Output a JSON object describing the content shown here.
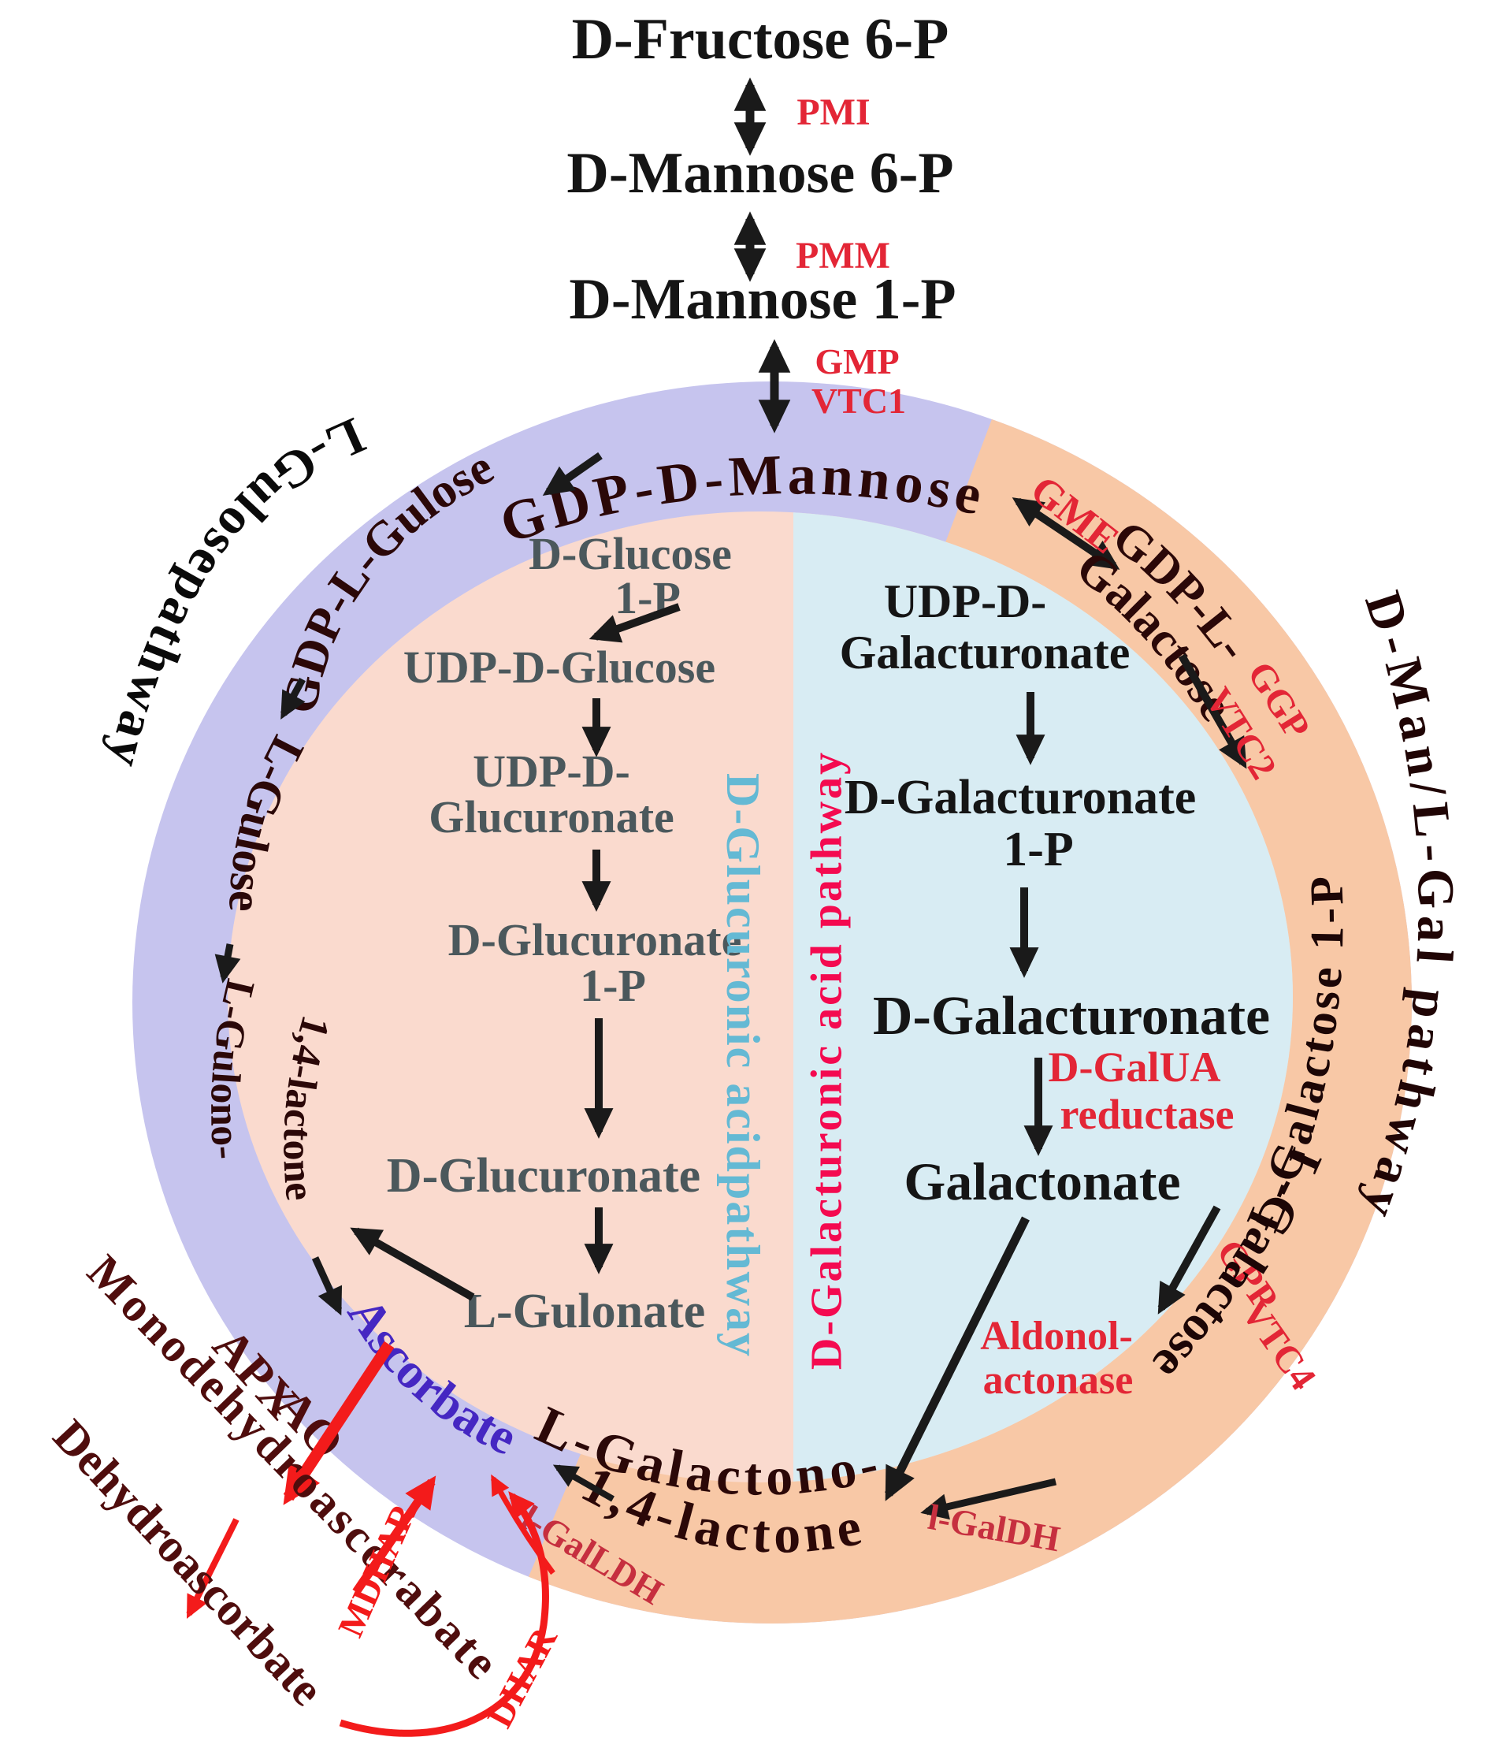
{
  "title": "Ascorbate biosynthesis pathway diagram",
  "colors": {
    "ring_left_lavender": "#c6c4ee",
    "ring_right_orange": "#f8c8a6",
    "inner_left_pink": "#fadace",
    "inner_right_blue": "#d8ecf3",
    "enzyme_red": "#e32636",
    "enzyme_dark_red": "#c62f3f",
    "pathway_label_red": "#f40a50",
    "pathway_label_blue": "#64b9d4",
    "ring_text_maroon": "#2b0808",
    "ascorbate_purple": "#4527c2",
    "recycling_dark_red": "#4f0d0d",
    "arrow_red": "#f31b1b",
    "arrow_black": "#1a1a1a",
    "metabolite_gray": "#4b585c",
    "metabolite_black": "#151515"
  },
  "top_chain": {
    "d_fructose_6p": "D-Fructose 6-P",
    "pmi": "PMI",
    "d_mannose_6p": "D-Mannose 6-P",
    "pmm": "PMM",
    "d_mannose_1p": "D-Mannose 1-P",
    "gmp": "GMP",
    "vtc1": "VTC1"
  },
  "ring": {
    "gdp_d_mannose": "GDP-D-Mannose",
    "gme": "GME",
    "gdp_l_galactose_1": "GDP-L-",
    "gdp_l_galactose_2": "Galactose",
    "ggp": "GGP",
    "vtc2": "VTC2",
    "l_galactose_1p": "L-Galactose 1-P",
    "gpp": "GPP",
    "vtc4": "VTC4",
    "l_galactose": "L-Galactose",
    "l_galdh": "l-GalDH",
    "l_galactono_1": "L-Galactono-",
    "l_galactono_2": "1,4-lactone",
    "l_galldh": "l-GalLDH",
    "gdp_l_gulose": "GDP-L-Gulose",
    "l_gulose": "L-Gulose",
    "l_gulono_1": "L-Gulono-",
    "l_gulono_2": "1,4-lactone",
    "ascorbate": "Ascorbate",
    "outer_left_label": "L-Gulosepathway",
    "outer_right_label": "D-Man/L-Gal pathway"
  },
  "glucuronic": {
    "label": "D-Glucuronic acidpathway",
    "d_glucose": "D-Glucose",
    "d_glucose_1p": "1-P",
    "udp_d_glucose": "UDP-D-Glucose",
    "udp_d": "UDP-D-",
    "glucuronate": "Glucuronate",
    "d_glucuronate": "D-Glucuronate",
    "d_glucuronate_1p": "1-P",
    "d_glucuronate2": "D-Glucuronate",
    "l_gulonate": "L-Gulonate"
  },
  "galacturonic": {
    "label": "D-Galacturonic acid pathway",
    "udp_d": "UDP-D-",
    "galacturonate": "Galacturonate",
    "d_galacturonate": "D-Galacturonate",
    "d_galacturonate_1p": "1-P",
    "d_galacturonate2": "D-Galacturonate",
    "d_galua": "D-GalUA",
    "reductase": "reductase",
    "galactonate": "Galactonate",
    "aldonol": "Aldonol-",
    "actonase": "actonase"
  },
  "recycling": {
    "apx": "APX",
    "ao": "AO",
    "monodehydroascorabate": "Monodehydroascorabate",
    "mdhar": "MDHAR",
    "dehydroascorbate": "Dehydroascorbate",
    "dhar": "DHAR"
  }
}
